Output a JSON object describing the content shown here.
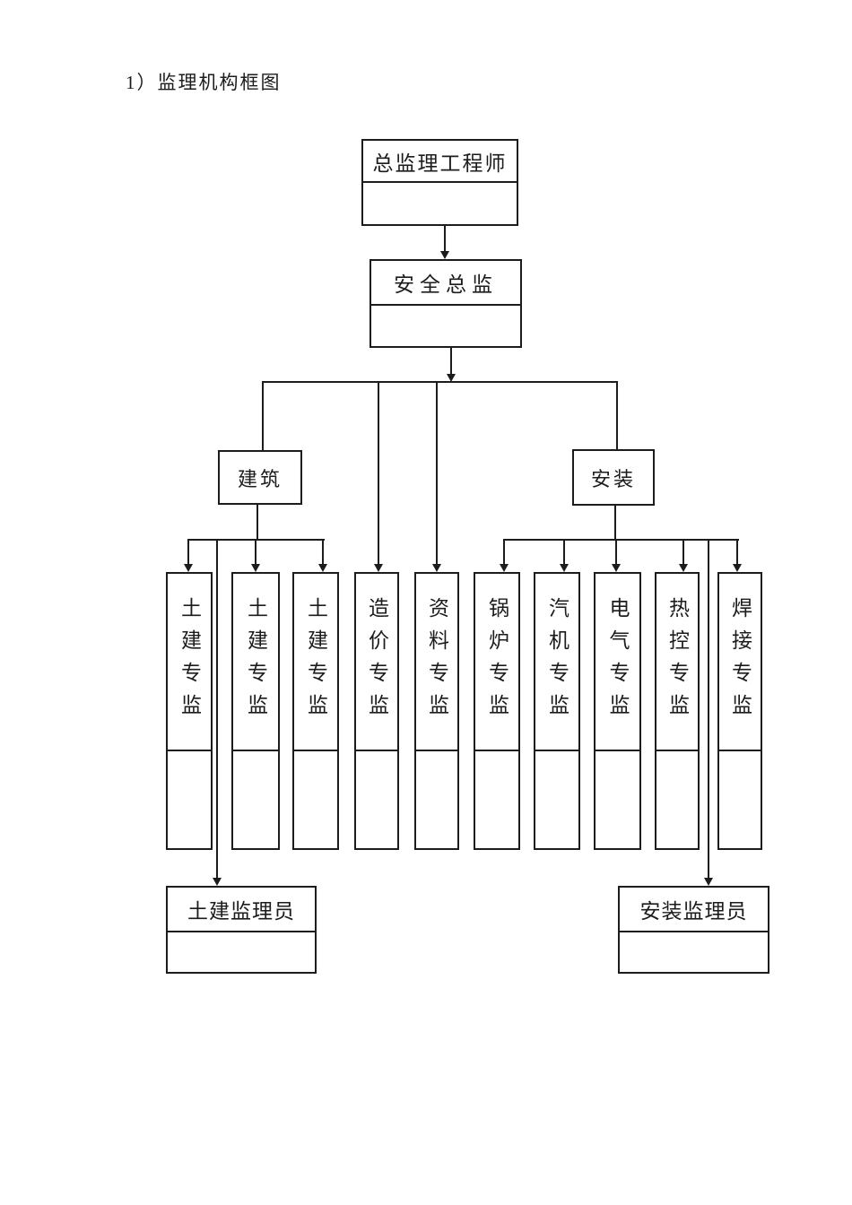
{
  "page_title": "1）监理机构框图",
  "colors": {
    "line": "#1c1c1c",
    "background": "#ffffff"
  },
  "org_chart": {
    "root": "总监理工程师",
    "deputy": "安全总监",
    "branch_left": "建筑",
    "branch_right": "安装",
    "specialists": [
      "土建专监",
      "土建专监",
      "土建专监",
      "造价专监",
      "资料专监",
      "锅炉专监",
      "汽机专监",
      "电气专监",
      "热控专监",
      "焊接专监"
    ],
    "supervisor_left": "土建监理员",
    "supervisor_right": "安装监理员"
  }
}
